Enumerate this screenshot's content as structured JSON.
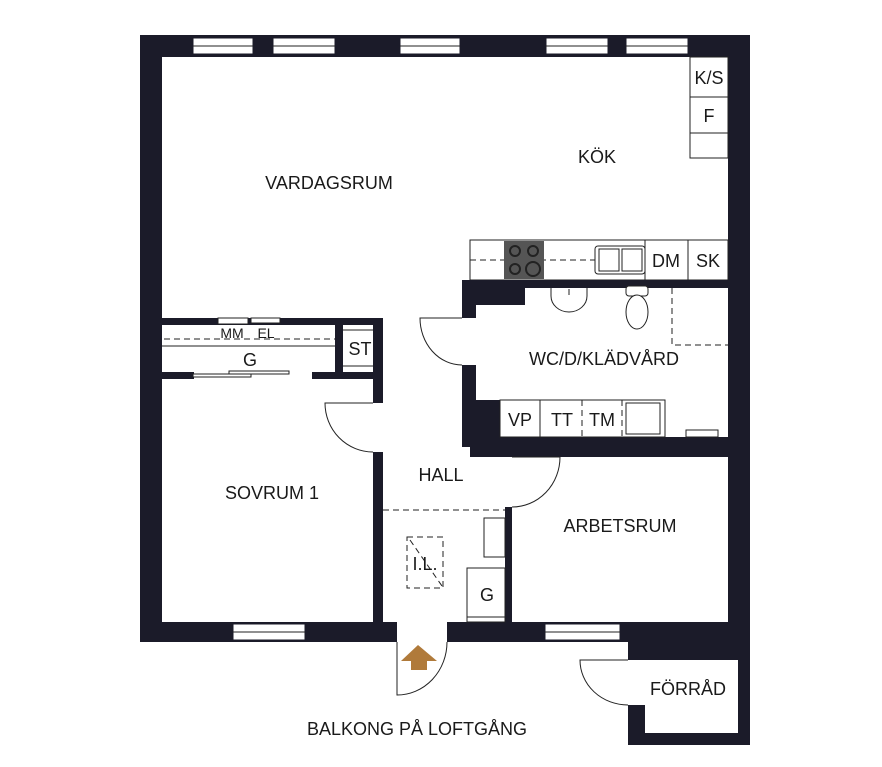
{
  "rooms": {
    "vardagsrum": "VARDAGSRUM",
    "kok": "KÖK",
    "wc": "WC/D/KLÄDVÅRD",
    "sovrum": "SOVRUM 1",
    "hall": "HALL",
    "arbetsrum": "ARBETSRUM",
    "forrad": "FÖRRÅD"
  },
  "fixtures": {
    "ks": "K/S",
    "f": "F",
    "dm": "DM",
    "sk": "SK",
    "mm": "MM",
    "el": "EL",
    "g_wardrobe": "G",
    "st": "ST",
    "vp": "VP",
    "tt": "TT",
    "tm": "TM",
    "il": "I.L.",
    "g_hall": "G"
  },
  "caption": "BALKONG PÅ LOFTGÅNG",
  "colors": {
    "wall": "#1b1b29",
    "entrance_arrow": "#b07a3a"
  }
}
